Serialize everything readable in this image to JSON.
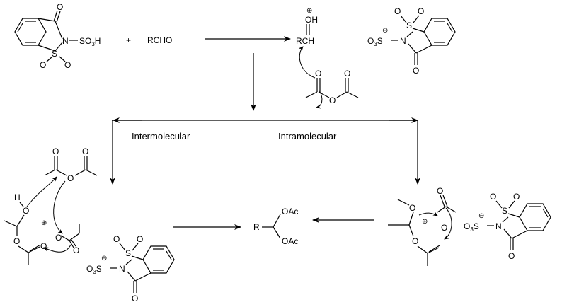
{
  "labels": {
    "intermolecular": "Intermolecular",
    "intramolecular": "Intramolecular",
    "plus": "+",
    "rcho": "RCHO"
  },
  "reagent_saccharin": {
    "o_top": "O",
    "n": "N",
    "so3h": "SO",
    "so3h_sub": "3",
    "so3h_h": "H",
    "s": "S",
    "o_left": "O",
    "o_right": "O"
  },
  "protonated_aldehyde": {
    "charge": "⊕",
    "oh": "OH",
    "rch": "RCH"
  },
  "anhydride_top": {
    "o1": "O",
    "o2": "O",
    "o3": "O"
  },
  "saccharin_anion_top": {
    "charge": "⊖",
    "o3s": "O",
    "o3s_sub": "3",
    "o3s_s": "S",
    "n": "N",
    "s": "S",
    "o1": "O",
    "o2": "O",
    "o3": "O"
  },
  "left_intermediate": {
    "h": "H",
    "o1": "O",
    "o2": "O",
    "charge": "⊕",
    "o_a": "O",
    "o_b": "O",
    "o_c": "O",
    "o_d": "O",
    "o_e": "O",
    "o_f": "O"
  },
  "saccharin_anion_left": {
    "charge": "⊖",
    "o3s": "O",
    "o3s_sub": "3",
    "o3s_s": "S",
    "n": "N",
    "s": "S",
    "o1": "O",
    "o2": "O",
    "o3": "O"
  },
  "product": {
    "r": "R",
    "oac1": "OAc",
    "oac2": "OAc"
  },
  "right_intermediate": {
    "o1": "O",
    "o2": "O",
    "o3": "O",
    "o4": "O",
    "charge": "⊕"
  },
  "saccharin_anion_right": {
    "charge": "⊖",
    "o3s": "O",
    "o3s_sub": "3",
    "o3s_s": "S",
    "n": "N",
    "s": "S",
    "o1": "O",
    "o2": "O",
    "o3": "O"
  }
}
